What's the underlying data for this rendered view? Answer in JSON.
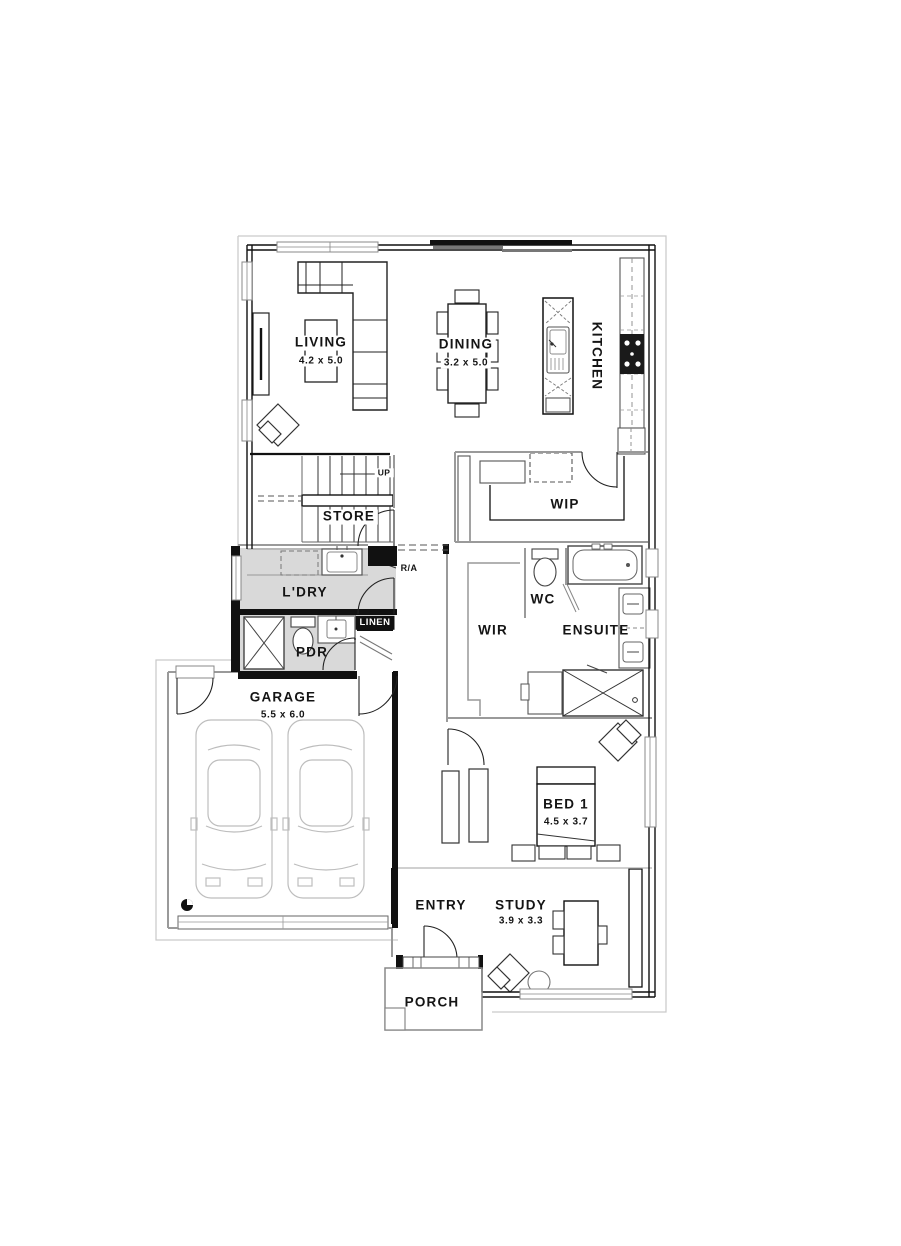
{
  "plan": {
    "rooms": {
      "living": {
        "name": "LIVING",
        "dims": "4.2 x 5.0"
      },
      "dining": {
        "name": "DINING",
        "dims": "3.2 x 5.0"
      },
      "kitchen": {
        "name": "KITCHEN"
      },
      "wip": {
        "name": "WIP"
      },
      "store": {
        "name": "STORE"
      },
      "ldry": {
        "name": "L'DRY"
      },
      "pdr": {
        "name": "PDR"
      },
      "linen": {
        "name": "LINEN"
      },
      "wc": {
        "name": "WC"
      },
      "wir": {
        "name": "WIR"
      },
      "ensuite": {
        "name": "ENSUITE"
      },
      "garage": {
        "name": "GARAGE",
        "dims": "5.5 x 6.0"
      },
      "bed1": {
        "name": "BED 1",
        "dims": "4.5 x 3.7"
      },
      "entry": {
        "name": "ENTRY"
      },
      "study": {
        "name": "STUDY",
        "dims": "3.9 x 3.3"
      },
      "porch": {
        "name": "PORCH"
      }
    },
    "annotations": {
      "up": "UP",
      "return_air": "R/A"
    },
    "colors": {
      "wall": "#111111",
      "light_line": "#999999",
      "furniture_line": "#444444",
      "car_line": "#bdbdbd",
      "wet_area_fill": "#d9d9d9",
      "eave_line": "#c9c9c9",
      "background": "#ffffff"
    }
  }
}
